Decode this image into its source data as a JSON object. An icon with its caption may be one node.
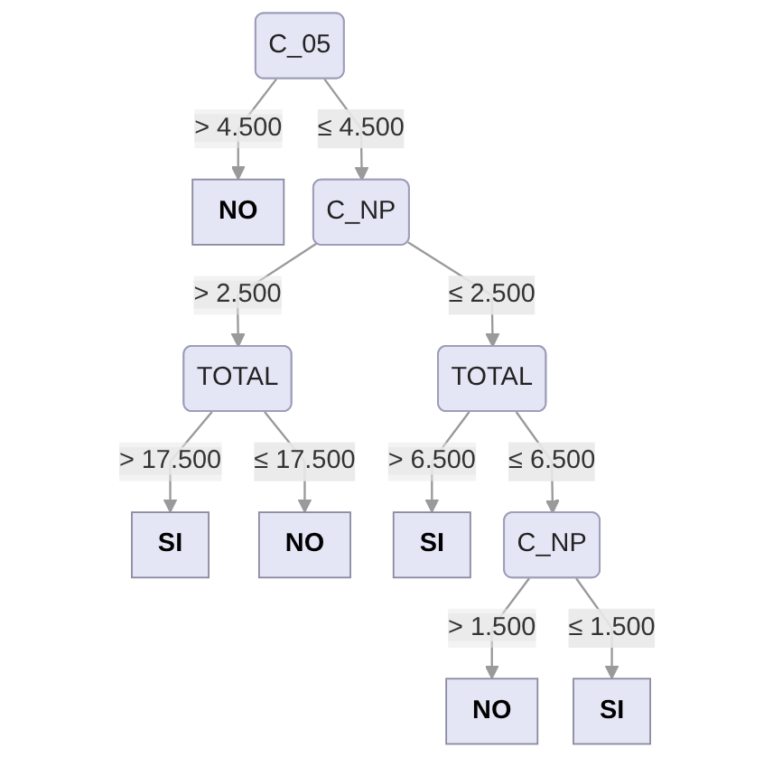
{
  "diagram": {
    "nodes": [
      {
        "text": [
          "C_05"
        ]
      },
      {
        "text": [
          "NO"
        ]
      },
      {
        "text": [
          "C_NP"
        ]
      },
      {
        "text": [
          "TOTAL"
        ]
      },
      {
        "text": [
          "TOTAL"
        ]
      },
      {
        "text": [
          "SI"
        ]
      },
      {
        "text": [
          "NO"
        ]
      },
      {
        "text": [
          "SI"
        ]
      },
      {
        "text": [
          "C_NP"
        ]
      },
      {
        "text": [
          "NO"
        ]
      },
      {
        "text": [
          "SI"
        ]
      }
    ],
    "edges": [
      {
        "from": 0,
        "to": 1,
        "arrow": "to",
        "label": "> 4.500"
      },
      {
        "from": 0,
        "to": 2,
        "arrow": "to",
        "label": "≤ 4.500"
      },
      {
        "from": 2,
        "to": 3,
        "arrow": "to",
        "label": "> 2.500"
      },
      {
        "from": 2,
        "to": 4,
        "arrow": "to",
        "label": "≤ 2.500"
      },
      {
        "from": 3,
        "to": 5,
        "arrow": "to",
        "label": "> 17.500"
      },
      {
        "from": 3,
        "to": 6,
        "arrow": "to",
        "label": "≤ 17.500"
      },
      {
        "from": 4,
        "to": 7,
        "arrow": "to",
        "label": "> 6.500"
      },
      {
        "from": 4,
        "to": 8,
        "arrow": "to",
        "label": "≤ 6.500"
      },
      {
        "from": 8,
        "to": 9,
        "arrow": "to",
        "label": "> 1.500"
      },
      {
        "from": 8,
        "to": 10,
        "arrow": "to",
        "label": "≤ 1.500"
      }
    ]
  }
}
